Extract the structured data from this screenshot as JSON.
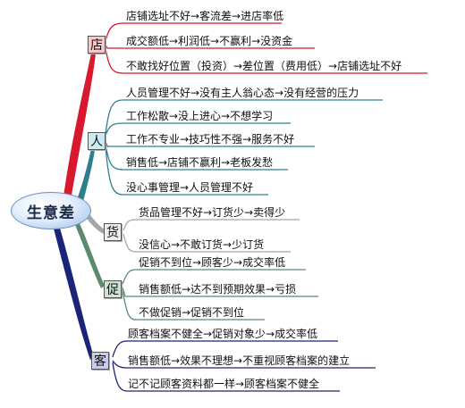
{
  "center": {
    "label": "生意差"
  },
  "colors": {
    "red": "#d8182c",
    "teal": "#2e7f8e",
    "gray": "#a6a6a6",
    "green": "#5c8a6c",
    "navy": "#1a2478",
    "cat_red_bg": "#f8c8cc",
    "cat_teal_bg": "#cdeaf0",
    "cat_gray_bg": "#eeeeee",
    "cat_green_bg": "#cfe3d4",
    "cat_navy_bg": "#c9ccec"
  },
  "categories": [
    {
      "key": "dian",
      "label": "店",
      "items": [
        "店铺选址不好→客流差→进店率低",
        "成交额低→利润低→不赢利→没资金",
        "不敢找好位置（投资）→差位置（费用低）→店铺选址不好"
      ]
    },
    {
      "key": "ren",
      "label": "人",
      "items": [
        "人员管理不好→没有主人翁心态→没有经营的压力",
        "工作松散→没上进心→不想学习",
        "工作不专业→技巧性不强→服务不好",
        "销售低→店铺不赢利→老板发愁",
        "没心事管理→人员管理不好"
      ]
    },
    {
      "key": "huo",
      "label": "货",
      "items": [
        "货品管理不好→订货少→卖得少",
        "没信心→不敢订货→少订货"
      ]
    },
    {
      "key": "cu",
      "label": "促",
      "items": [
        "促销不到位→顾客少→成交率低",
        "销售额低→达不到预期效果→亏损",
        "不做促销→促销不到位"
      ]
    },
    {
      "key": "ke",
      "label": "客",
      "items": [
        "顾客档案不健全→促销对象少→成交率低",
        "销售额低→效果不理想→不重视顾客档案的建立",
        "记不记顾客资料都一样→顾客档案不健全"
      ]
    }
  ]
}
